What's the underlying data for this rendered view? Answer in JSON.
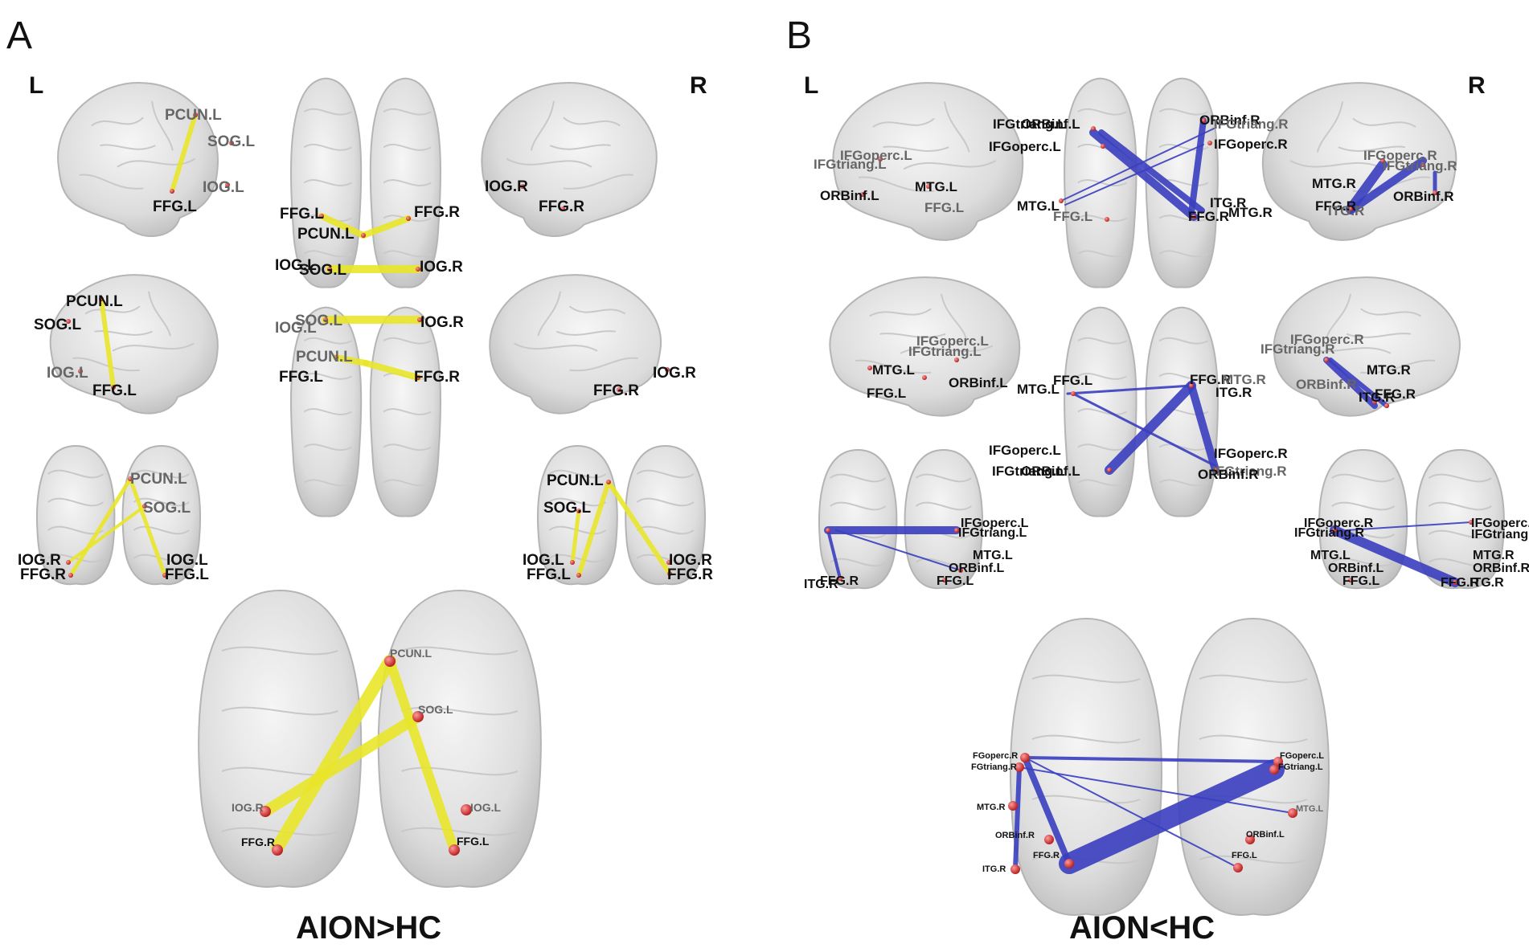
{
  "panels": {
    "A": {
      "letter": "A",
      "left_side": "L",
      "right_side": "R",
      "caption": "AION>HC",
      "edge_color": "#e9e62a",
      "labels": {
        "v1_PCUN": "PCUN.L",
        "v1_SOG": "SOG.L",
        "v1_IOG": "IOG.L",
        "v1_FFG": "FFG.L",
        "v2_FFGL": "FFG.L",
        "v2_FFGR": "FFG.R",
        "v2_PCUN": "PCUN.L",
        "v2_IOGL": "IOG.L",
        "v2_SOG": "SOG.L",
        "v2_IOGR": "IOG.R",
        "v3_IOG": "IOG.R",
        "v3_FFG": "FFG.R",
        "v4_PCUN": "PCUN.L",
        "v4_SOG": "SOG.L",
        "v4_IOG": "IOG.L",
        "v4_FFG": "FFG.L",
        "v5_IOGL": "IOG.L",
        "v5_SOG": "SOG.L",
        "v5_IOGR": "IOG.R",
        "v5_PCUN": "PCUN.L",
        "v5_FFGL": "FFG.L",
        "v5_FFGR": "FFG.R",
        "v6_FFG": "FFG.R",
        "v6_IOG": "IOG.R",
        "v7_PCUN": "PCUN.L",
        "v7_SOG": "SOG.L",
        "v7_IOGR": "IOG.R",
        "v7_IOGL": "IOG.L",
        "v7_FFGR": "FFG.R",
        "v7_FFGL": "FFG.L",
        "v8_PCUN": "PCUN.L",
        "v8_SOG": "SOG.L",
        "v8_IOGL": "IOG.L",
        "v8_IOGR": "IOG.R",
        "v8_FFGL": "FFG.L",
        "v8_FFGR": "FFG.R",
        "v9_PCUN": "PCUN.L",
        "v9_SOG": "SOG.L",
        "v9_IOGR": "IOG.R",
        "v9_IOGL": "IOG.L",
        "v9_FFGR": "FFG.R",
        "v9_FFGL": "FFG.L"
      }
    },
    "B": {
      "letter": "B",
      "left_side": "L",
      "right_side": "R",
      "caption": "AION<HC",
      "edge_color": "#3a3fbf",
      "labels": {
        "v1_IFGoperc": "IFGoperc.L",
        "v1_IFGtriang": "IFGtriang.L",
        "v1_ORBinf": "ORBinf.L",
        "v1_MTG": "MTG.L",
        "v1_FFG": "FFG.L",
        "v2_IFGtriangL": "IFGtriang.L",
        "v2_ORBinfL": "ORBinf.L",
        "v2_IFGopercL": "IFGoperc.L",
        "v2_ORBinfR": "ORBinf.R",
        "v2_IFGtriangR": "IFGtriang.R",
        "v2_IFGopercR": "IFGoperc.R",
        "v2_MTGL": "MTG.L",
        "v2_FFGL": "FFG.L",
        "v2_ITGR": "ITG.R",
        "v2_FFGR": "FFG.R",
        "v2_MTGR": "MTG.R",
        "v3_IFGoperc": "IFGoperc.R",
        "v3_IFGtriang": "IFGtriang.R",
        "v3_MTG": "MTG.R",
        "v3_ORBinf": "ORBinf.R",
        "v3_FFG": "FFG.R",
        "v3_ITG": "ITG.R",
        "v4_IFGoperc": "IFGoperc.L",
        "v4_IFGtriang": "IFGtriang.L",
        "v4_MTG": "MTG.L",
        "v4_ORBinf": "ORBinf.L",
        "v4_FFG": "FFG.L",
        "v5_FFGL": "FFG.L",
        "v5_MTGL": "MTG.L",
        "v5_FFGR": "FFG.R",
        "v5_ITGR": "ITG.R",
        "v5_MTGR": "MTG.R",
        "v5_IFGopercL": "IFGoperc.L",
        "v5_IFGopercR": "IFGoperc.R",
        "v5_IFGtriangL": "IFGtriang.L",
        "v5_ORBinfL": "ORBinf.L",
        "v5_IFGtriangR": "IFGtriang.R",
        "v5_ORBinfR": "ORBinf.R",
        "v6_IFGoperc": "IFGoperc.R",
        "v6_IFGtriang": "IFGtriang.R",
        "v6_ORBinf": "ORBinf.R",
        "v6_MTG": "MTG.R",
        "v6_ITG": "ITG.R",
        "v6_FFG": "FFG.R",
        "v7_IFGoperc": "IFGoperc.L",
        "v7_IFGtriang": "IFGtriang.L",
        "v7_MTG": "MTG.L",
        "v7_ORBinf": "ORBinf.L",
        "v7_FFG": "FFG.L",
        "v7_ITG": "ITG.R",
        "v7_FFGR": "FFG.R",
        "v8_IFGoperc": "IFGoperc.R",
        "v8_IFGtriang": "IFGtriang.R",
        "v8_MTG": "MTG.L",
        "v8_ORBinf": "ORBinf.L",
        "v8_FFG": "FFG.L",
        "v8_FFGR": "FFG.R",
        "v8_ITG": "ITG.R",
        "v8_IFGopercL": "IFGoperc.L",
        "v8_IFGtriangL": "IFGtriang.L",
        "v8_MTGR": "MTG.R",
        "v8_ORBinfR": "ORBinf.R",
        "v9_FGoperc": "FGoperc.R",
        "v9_FGtriang": "FGtriang.R",
        "v9_MTG": "MTG.R",
        "v9_ORBinf": "ORBinf.R",
        "v9_ITG": "ITG.R",
        "v9_FFG": "FFG.R",
        "v9_FGopercL": "FGoperc.L",
        "v9_FGtriangL": "FGtriang.L",
        "v9_MTGL": "MTG.L",
        "v9_ORBinfL": "ORBinf.L",
        "v9_FFGL": "FFG.L"
      }
    }
  }
}
